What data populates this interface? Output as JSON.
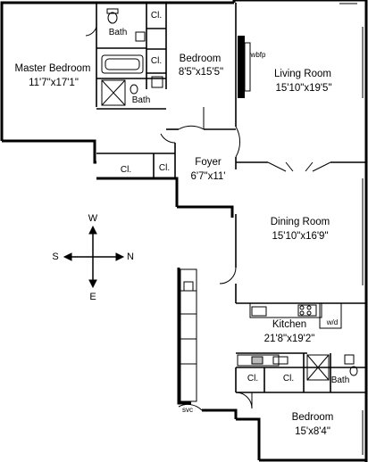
{
  "rooms": {
    "master_bedroom": {
      "name": "Master Bedroom",
      "dims": "11'7\"x17'1\""
    },
    "bedroom_1": {
      "name": "Bedroom",
      "dims": "8'5\"x15'5\""
    },
    "living_room": {
      "name": "Living Room",
      "dims": "15'10\"x19'5\""
    },
    "foyer": {
      "name": "Foyer",
      "dims": "6'7\"x11'"
    },
    "dining_room": {
      "name": "Dining Room",
      "dims": "15'10\"x16'9\""
    },
    "kitchen": {
      "name": "Kitchen",
      "dims": "21'8\"x19'2\""
    },
    "bedroom_2": {
      "name": "Bedroom",
      "dims": "15'x8'4\""
    }
  },
  "small_labels": {
    "bath_top": "Bath",
    "bath_mid": "Bath",
    "bath_kitchen": "Bath",
    "closet": "Cl.",
    "fireplace": "wbfp",
    "washer_dryer": "w/d",
    "service": "svc"
  },
  "compass": {
    "north": "N",
    "south": "S",
    "east": "E",
    "west": "W"
  }
}
